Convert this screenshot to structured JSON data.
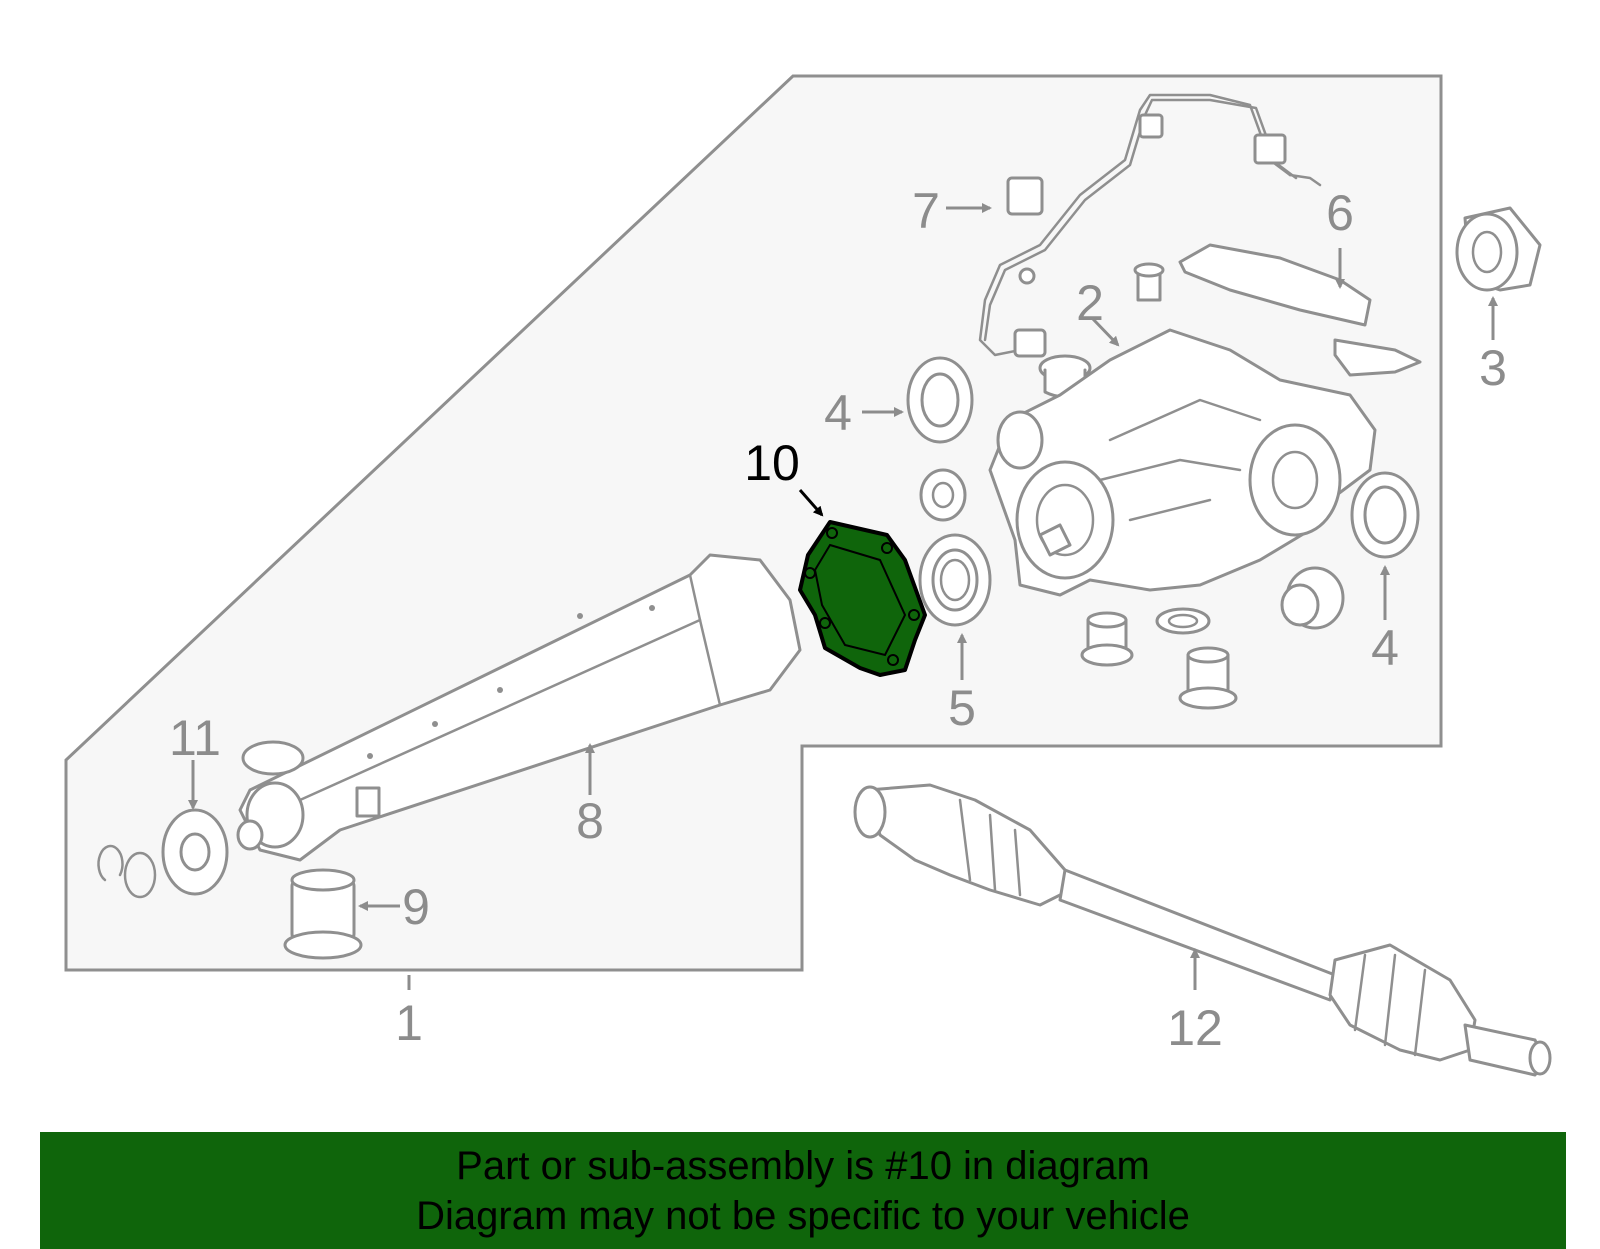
{
  "colors": {
    "highlight": "#0f650b",
    "line": "#8f8f8f",
    "panel": "#f7f7f7",
    "active_text": "#000000"
  },
  "callouts": {
    "c1": "1",
    "c2": "2",
    "c3": "3",
    "c4a": "4",
    "c4b": "4",
    "c5": "5",
    "c6": "6",
    "c7": "7",
    "c8": "8",
    "c9": "9",
    "c10": "10",
    "c11": "11",
    "c12": "12"
  },
  "highlighted_part": "10",
  "banner": {
    "line1": "Part or sub-assembly is #10 in diagram",
    "line2": "Diagram may not be specific to your vehicle"
  }
}
